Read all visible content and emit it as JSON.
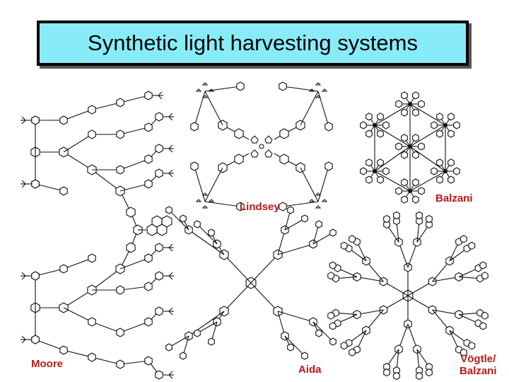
{
  "title": "Synthetic light harvesting systems",
  "labels": {
    "moore": "Moore",
    "lindsey": "Lindsey",
    "balzani": "Balzani",
    "aida": "Aida",
    "vogtle_balzani": "Vögtle/\nBalzani"
  },
  "colors": {
    "title_background": "#88ecf8",
    "label_color": "#b51a1a"
  }
}
